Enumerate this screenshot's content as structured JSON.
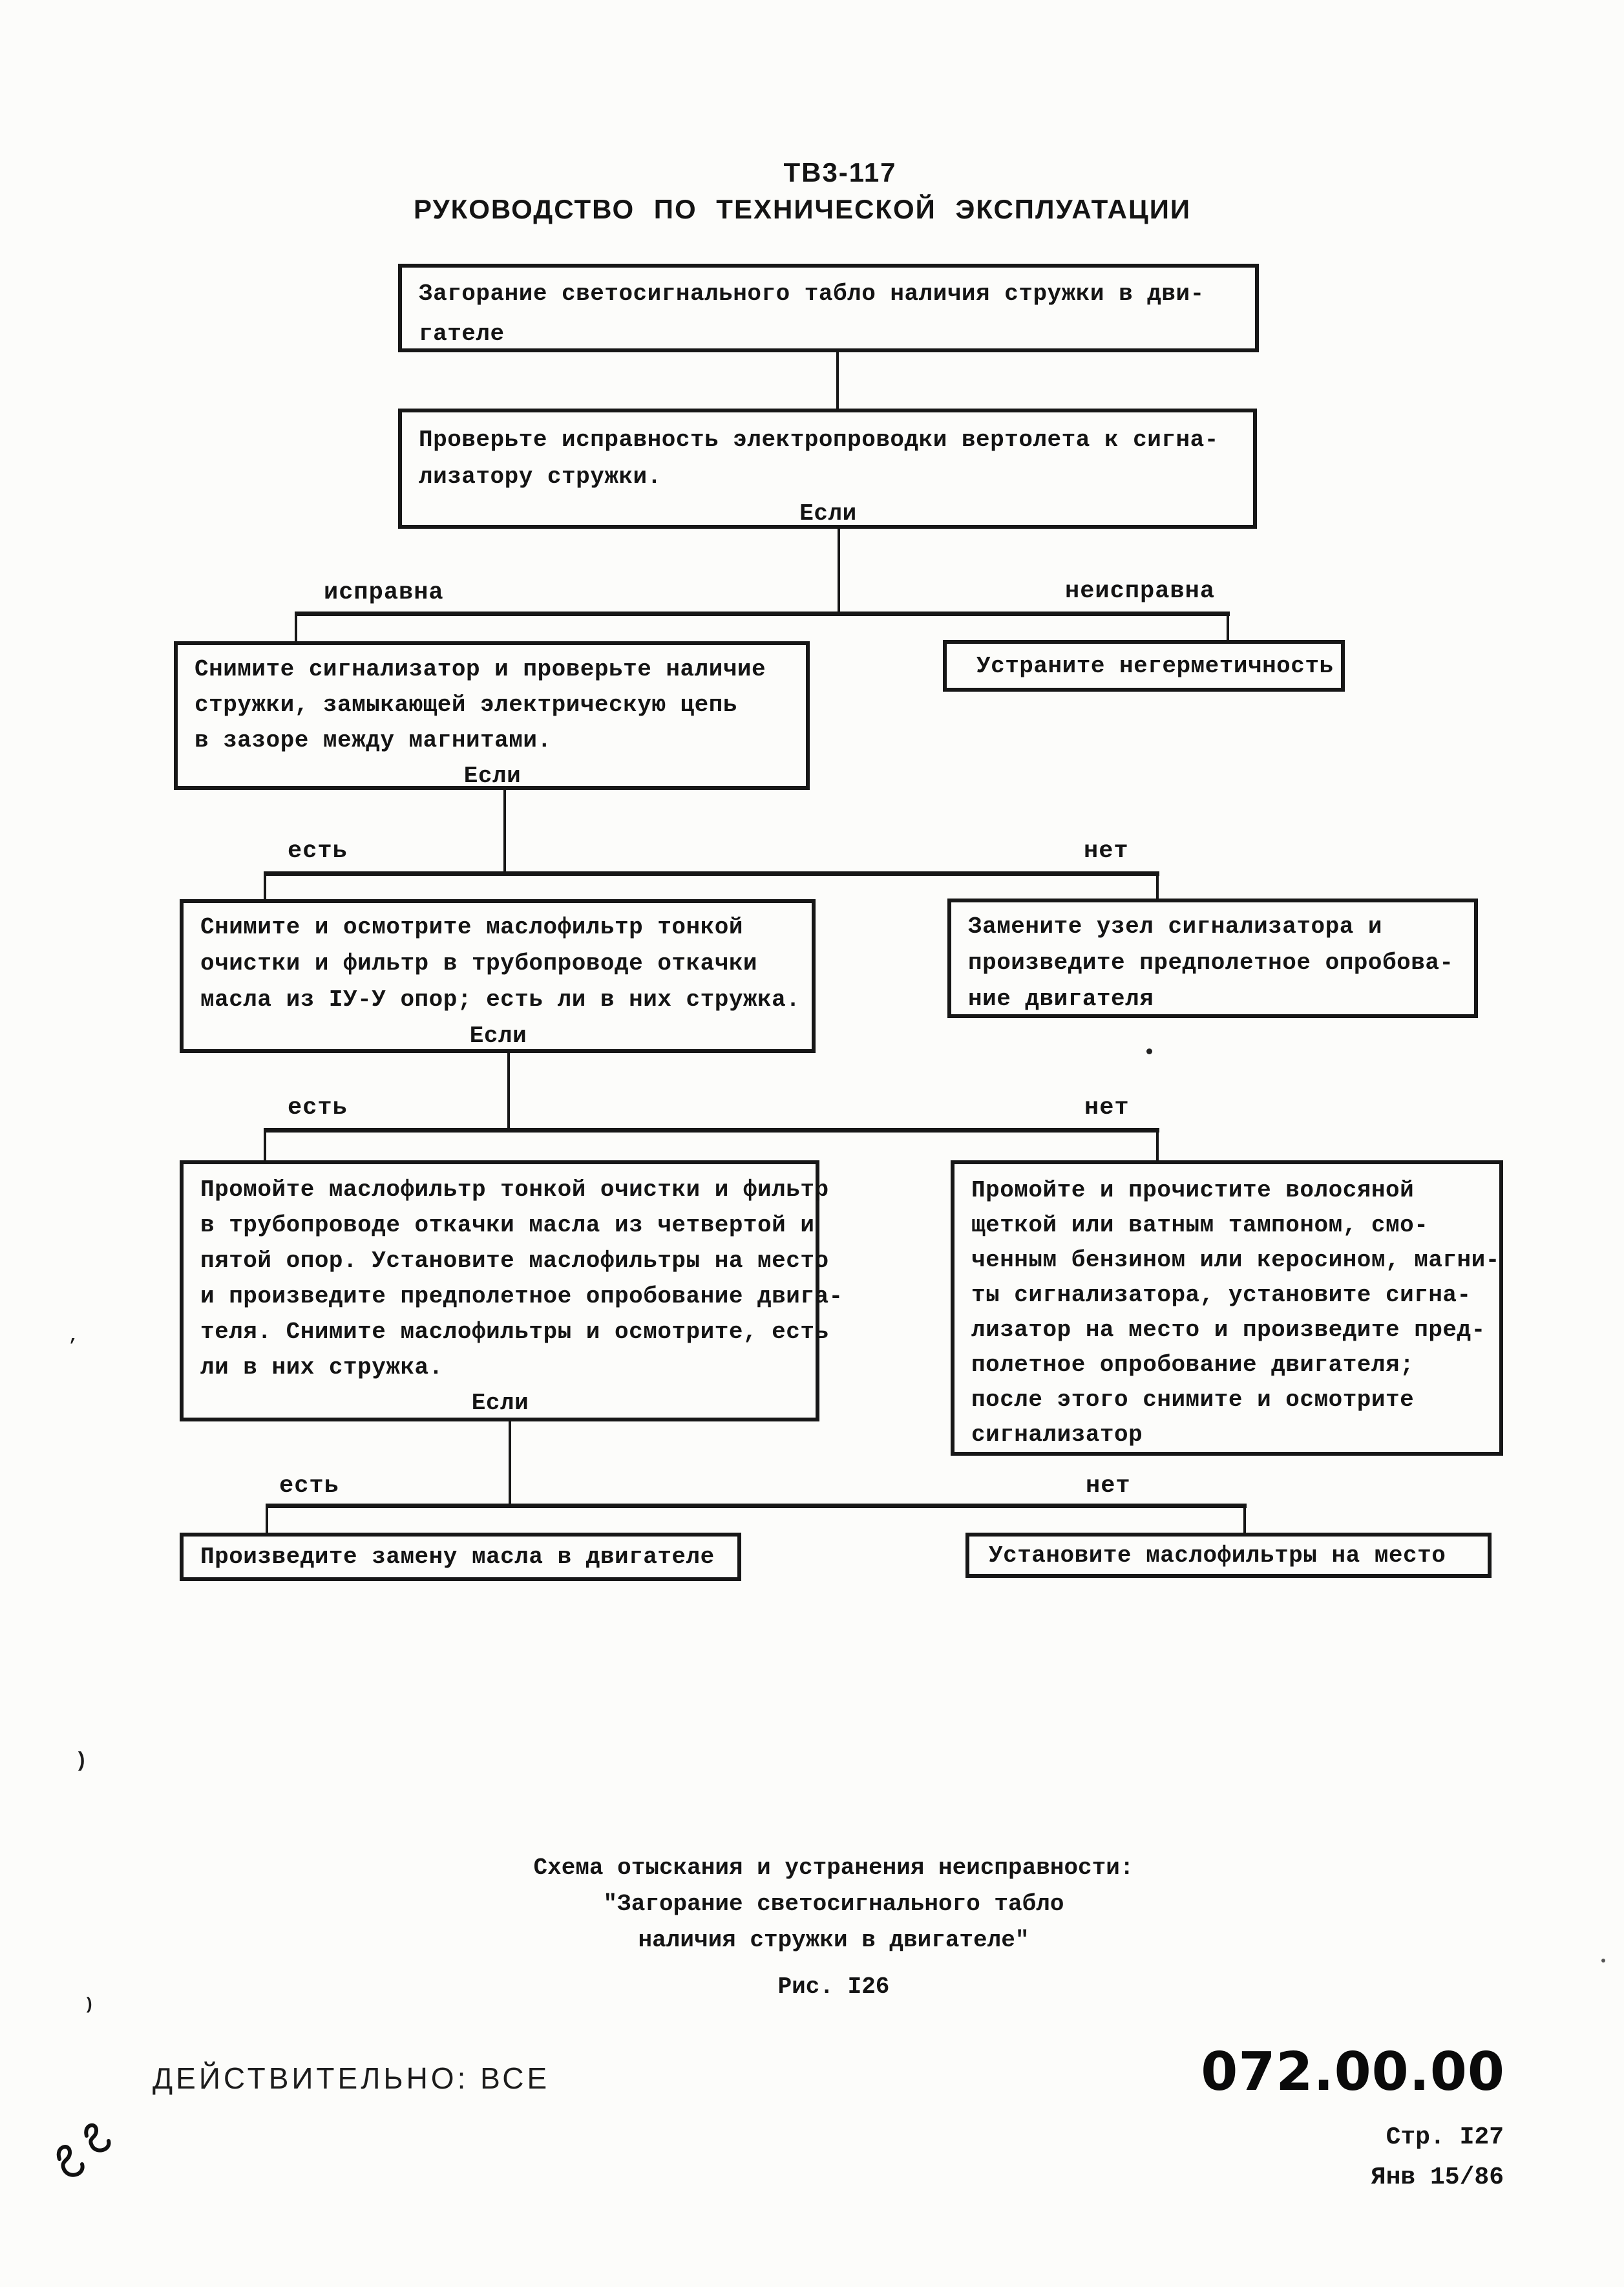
{
  "header": {
    "model": "ТВ3-117",
    "manual_title": "РУКОВОДСТВО  ПО  ТЕХНИЧЕСКОЙ  ЭКСПЛУАТАЦИИ"
  },
  "flowchart": {
    "if_label": "Если",
    "branches": {
      "b1": {
        "left": "исправна",
        "right": "неисправна"
      },
      "b2": {
        "left": "есть",
        "right": "нет"
      },
      "b3": {
        "left": "есть",
        "right": "нет"
      },
      "b4": {
        "left": "есть",
        "right": "нет"
      }
    },
    "boxes": {
      "start": {
        "lines": [
          "Загорание светосигнального табло наличия стружки в дви-",
          "гателе"
        ]
      },
      "check_wiring": {
        "lines": [
          "Проверьте исправность электропроводки вертолета к сигна-",
          "лизатору стружки."
        ]
      },
      "remove_detector": {
        "lines": [
          "Снимите сигнализатор и проверьте наличие",
          "стружки, замыкающей электрическую цепь",
          "в зазоре между магнитами."
        ]
      },
      "fix_leak": {
        "lines": [
          "Устраните негерметичность"
        ]
      },
      "inspect_filter": {
        "lines": [
          "Снимите и осмотрите маслофильтр тонкой",
          "очистки и фильтр в трубопроводе откачки",
          "масла из IУ-У опор; есть ли в них стружка."
        ]
      },
      "replace_unit": {
        "lines": [
          "Замените узел сигнализатора и",
          "произведите предполетное опробова-",
          "ние двигателя"
        ]
      },
      "wash_filters": {
        "lines": [
          "Промойте маслофильтр тонкой очистки и фильтр",
          "в трубопроводе откачки масла из четвертой и",
          "пятой опор. Установите маслофильтры на место",
          "и произведите предполетное опробование двига-",
          "теля. Снимите маслофильтры и осмотрите, есть",
          "ли в них стружка."
        ]
      },
      "clean_magnets": {
        "lines": [
          "Промойте и прочистите волосяной",
          "щеткой или ватным тампоном, смо-",
          "ченным бензином или керосином, магни-",
          "ты сигнализатора, установите сигна-",
          "лизатор на место и произведите пред-",
          "полетное опробование двигателя;",
          "после этого снимите и осмотрите",
          "сигнализатор"
        ]
      },
      "change_oil": {
        "lines": [
          "Произведите замену масла в двигателе"
        ]
      },
      "install_filters": {
        "lines": [
          "Установите маслофильтры на место"
        ]
      }
    }
  },
  "caption": {
    "line1": "Схема отыскания и устранения неисправности:",
    "line2": "\"Загорание светосигнального табло",
    "line3": "наличия стружки в двигателе\"",
    "figure": "Рис. I26"
  },
  "footer": {
    "validity": "ДЕЙСТВИТЕЛЬНО:  ВСЕ",
    "ata_code": "072.00.00",
    "page": "Стр. I27",
    "date": "Янв 15/86"
  },
  "artifacts": {
    "comma_mark": ",",
    "paren_mark": ")",
    "small_mark": ")"
  }
}
